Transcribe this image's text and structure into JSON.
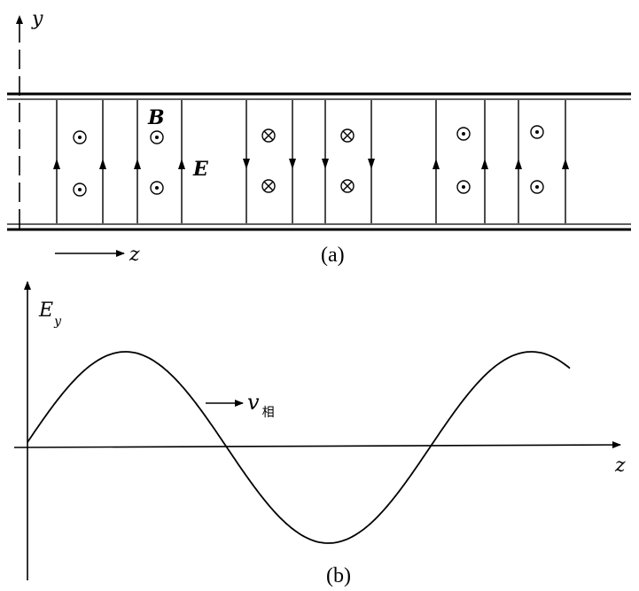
{
  "panel_a": {
    "y_axis_label": "y",
    "z_axis_label": "z",
    "b_label": "B",
    "e_label": "E",
    "caption": "(a)",
    "field_lines": [
      {
        "direction": "up"
      },
      {
        "direction": "up"
      },
      {
        "direction": "up"
      },
      {
        "direction": "up"
      },
      {
        "direction": "down"
      },
      {
        "direction": "down"
      },
      {
        "direction": "down"
      },
      {
        "direction": "down"
      },
      {
        "direction": "up"
      },
      {
        "direction": "up"
      },
      {
        "direction": "up"
      },
      {
        "direction": "up"
      }
    ],
    "magnetic_symbols": [
      {
        "symbol": "dot"
      },
      {
        "symbol": "dot"
      },
      {
        "symbol": "dot"
      },
      {
        "symbol": "dot"
      },
      {
        "symbol": "cross"
      },
      {
        "symbol": "cross"
      },
      {
        "symbol": "cross"
      },
      {
        "symbol": "cross"
      },
      {
        "symbol": "dot"
      },
      {
        "symbol": "dot"
      },
      {
        "symbol": "dot"
      },
      {
        "symbol": "dot"
      }
    ]
  },
  "panel_b": {
    "y_axis_label": "E",
    "y_axis_subscript": "y",
    "x_axis_label": "z",
    "velocity_label": "v",
    "velocity_subscript": "相",
    "caption": "(b)"
  }
}
